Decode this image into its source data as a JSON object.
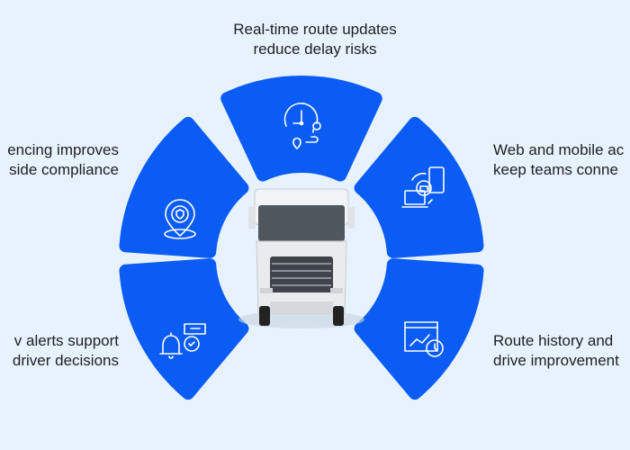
{
  "colors": {
    "segment": "#0b5cf5",
    "background": "#e7f2fe",
    "icon_stroke": "#ffffff"
  },
  "features": [
    {
      "id": "top",
      "icon": "clock-route-icon",
      "lines": [
        "Real-time route updates",
        "reduce delay risks"
      ]
    },
    {
      "id": "upper-left",
      "icon": "geofence-pin-icon",
      "lines": [
        "encing improves",
        "side compliance"
      ]
    },
    {
      "id": "upper-right",
      "icon": "web-mobile-sync-icon",
      "lines": [
        "Web and mobile ac",
        "keep teams conne"
      ]
    },
    {
      "id": "lower-left",
      "icon": "bell-alert-icon",
      "lines": [
        "v alerts support",
        "driver decisions"
      ]
    },
    {
      "id": "lower-right",
      "icon": "route-history-chart-icon",
      "lines": [
        "Route history and",
        "drive improvement"
      ]
    }
  ]
}
